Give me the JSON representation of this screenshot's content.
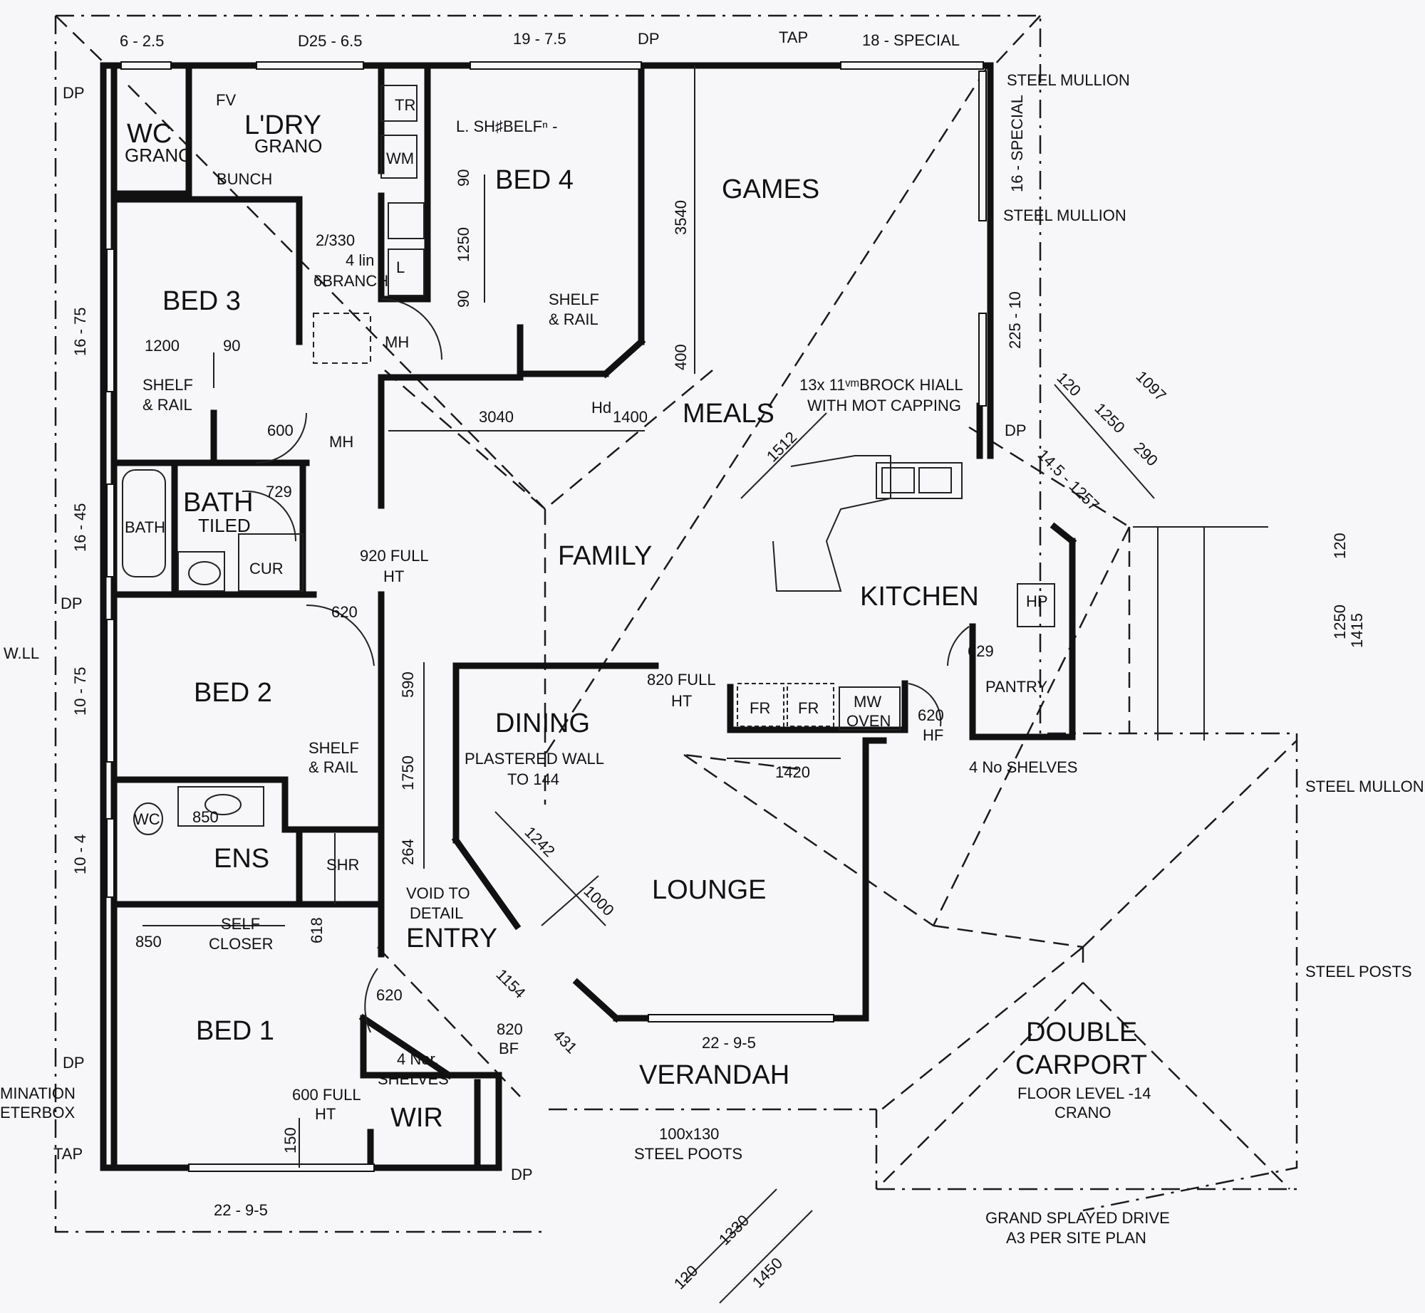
{
  "rooms": {
    "wc": "WC",
    "wc_finish": "GRANO",
    "laundry": "L'DRY",
    "laundry_finish": "GRANO",
    "bed4": "BED 4",
    "games": "GAMES",
    "bed3": "BED 3",
    "meals": "MEALS",
    "bath": "BATH",
    "bath_finish": "TILED",
    "family": "FAMILY",
    "kitchen": "KITCHEN",
    "bed2": "BED 2",
    "dining": "DINING",
    "ens": "ENS",
    "lounge": "LOUNGE",
    "entry": "ENTRY",
    "bed1": "BED 1",
    "wir": "WIR",
    "verandah": "VERANDAH",
    "double": "DOUBLE",
    "carport": "CARPORT",
    "pantry": "PANTRY"
  },
  "fixtures": {
    "fv": "FV",
    "tr": "TR",
    "wm": "WM",
    "l": "L",
    "bench": "BUNCH",
    "bath": "BATH",
    "cupboard": "CUR",
    "wc2": "WC",
    "shr": "SHR",
    "fr1": "FR",
    "fr2": "FR",
    "mw_line1": "MW",
    "mw_line2": "OVEN",
    "hp": "HP"
  },
  "notes": {
    "top_1": "6 - 2.5",
    "top_2": "D25 - 6.5",
    "top_3": "19 - 7.5",
    "top_dp": "DP",
    "top_tap": "TAP",
    "top_4": "18 - SPECIAL",
    "dp_left_top": "DP",
    "steel_mullion_1": "STEEL MULLION",
    "special_16": "16 - SPECIAL",
    "steel_mullion_2": "STEEL MULLION",
    "l_shelf": "L. SH♯BELFⁿ -",
    "bunch_note": "2/330",
    "four_lin": "4 lin",
    "six_branch": "6BRANCH",
    "mh1": "MH",
    "mh2": "MH",
    "shelf_rail_1a": "SHELF",
    "shelf_rail_1b": "& RAIL",
    "shelf_rail_2a": "SHELF",
    "shelf_rail_2b": "& RAIL",
    "shelf_rail_3a": "SHELF",
    "shelf_rail_3b": "& RAIL",
    "brick_1": "13x  11ᵛᵐBROCK HIALL",
    "brick_2": "WITH MOT CAPPING",
    "dp_right": "DP",
    "dim_14_5": "14.5 - 1257",
    "side_16_75": "16 - 75",
    "side_16_45": "16 - 45",
    "side_10_75": "10 - 75",
    "side_10_4": "10 - 4",
    "side_225": "225 - 10",
    "dp_left_mid": "DP",
    "wll": "W.LL",
    "full_ht_1a": "920 FULL",
    "full_ht_1b": "HT",
    "full_ht_2a": "820 FULL",
    "full_ht_2b": "HT",
    "plaster_1": "PLASTERED WALL",
    "plaster_2": "TO 144",
    "hf_1": "620",
    "hf_2": "HF",
    "four_shelves": "4 No SHELVES",
    "steel_mullon": "STEEL MULLON",
    "self_closer_1": "SELF",
    "self_closer_2": "CLOSER",
    "void_1": "VOID TO",
    "void_2": "DETAIL",
    "steel_posts": "STEEL POSTS",
    "wir_shelves_1": "4 Nor.",
    "wir_shelves_2": "SHELVES",
    "door_820": "820",
    "door_bf": "BF",
    "full_ht_3a": "600 FULL",
    "full_ht_3b": "HT",
    "verandah_dim": "22 - 9-5",
    "posts_1": "100x130",
    "posts_2": "STEEL POOTS",
    "carport_1": "FLOOR LEVEL -14",
    "carport_2": "CRANO",
    "drive_1": "GRAND SPLAYED DRIVE",
    "drive_2": "A3 PER SITE PLAN",
    "dp_left_low": "DP",
    "meter_1": "MINATION",
    "meter_2": "ETERBOX",
    "tap_low": "TAP",
    "dp_bottom": "DP",
    "bottom_dim": "22 - 9-5",
    "hd": "Hd"
  },
  "dimensions": {
    "d90a": "90",
    "d1250": "1250",
    "d90b": "90",
    "d3540": "3540",
    "d400": "400",
    "d1200": "1200",
    "d90c": "90",
    "d600": "600",
    "d3040": "3040",
    "d1400": "1400",
    "d729": "729",
    "d1512": "1512",
    "d120": "120",
    "d1097": "1097",
    "d1250b": "1250",
    "d290": "290",
    "d620a": "620",
    "d590": "590",
    "d1750": "1750",
    "d264": "264",
    "d629": "629",
    "d1420": "1420",
    "d1242": "1242",
    "d1000": "1000",
    "d850a": "850",
    "d850b": "850",
    "d618": "618",
    "d620b": "620",
    "d1154": "1154",
    "d431": "431",
    "d150": "150",
    "d120r": "120",
    "d1250r": "1250",
    "d1415": "1415",
    "d1330": "1330",
    "d1450": "1450",
    "d120b": "120"
  }
}
